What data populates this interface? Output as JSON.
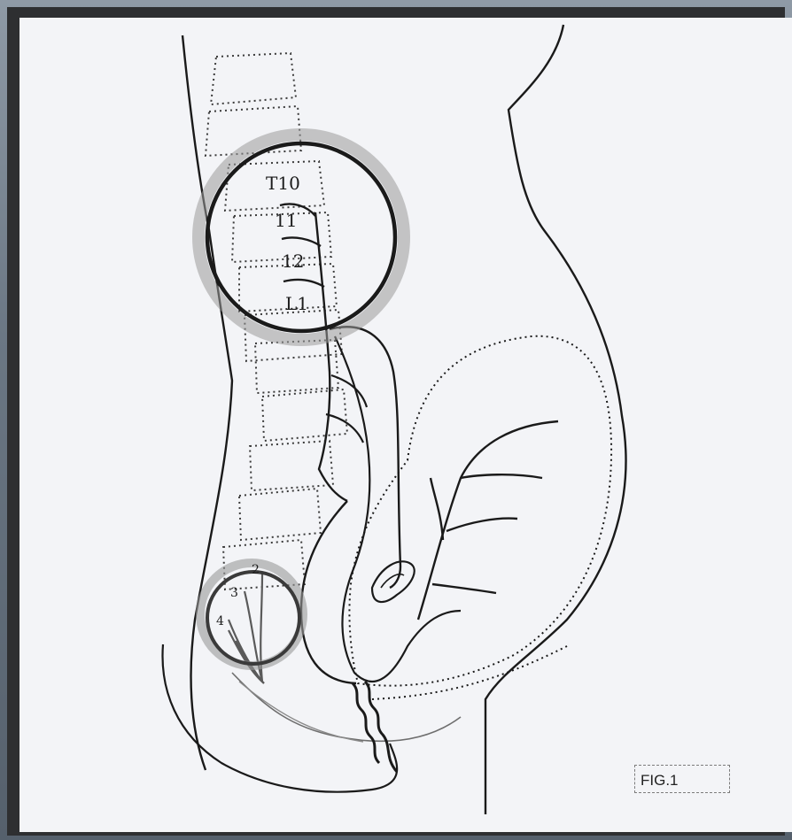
{
  "figure": {
    "caption": "FIG.1",
    "vertebra_labels": {
      "t10": "T10",
      "t11": "11",
      "t12": "12",
      "l1": "L1"
    },
    "sacral_labels": {
      "s2": "2",
      "s3": "3",
      "s4": "4"
    },
    "colors": {
      "paper": "#f3f4f7",
      "ink": "#1a1a1a",
      "highlight_ring": "#9a9a9a"
    }
  }
}
